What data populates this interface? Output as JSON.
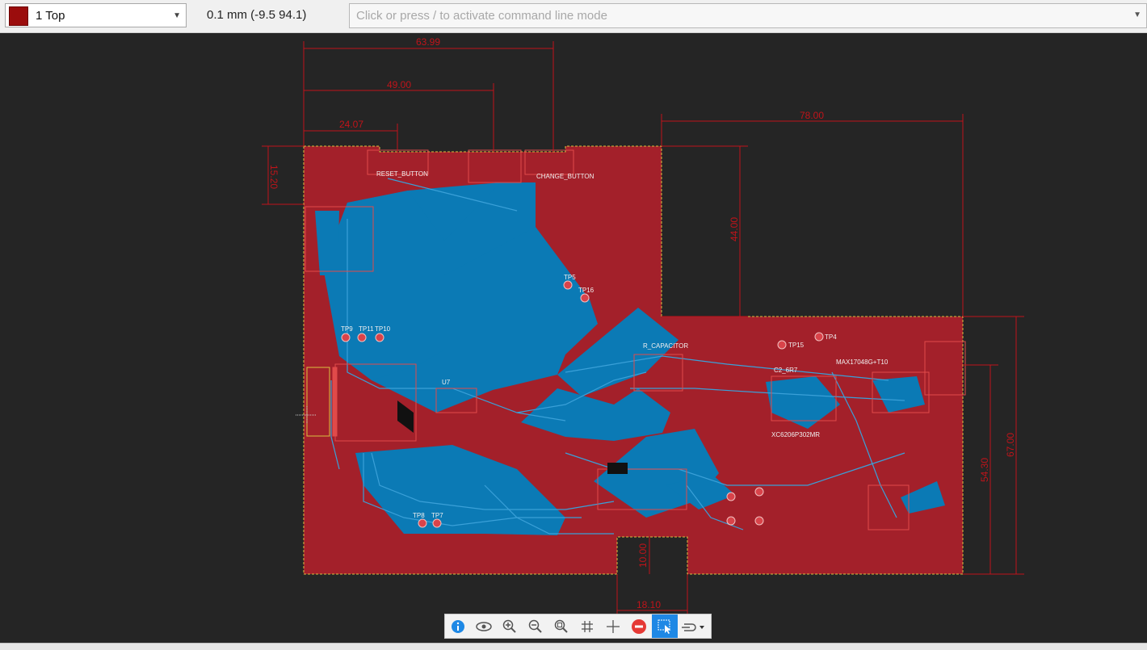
{
  "layer_select": {
    "swatch_color": "#9b0d0d",
    "label": "1 Top"
  },
  "coordinate_readout": "0.1 mm (-9.5 94.1)",
  "command_line": {
    "placeholder": "Click or press / to activate command line mode"
  },
  "dimensions": {
    "top_1": "63.99",
    "top_2": "49.00",
    "top_3": "24.07",
    "left_1": "15.20",
    "right_top": "78.00",
    "right_cutout": "44.00",
    "right_1": "54.30",
    "right_2": "67.00",
    "bottom_notch_height": "10.00",
    "bottom_notch_width": "18.10"
  },
  "board_labels": {
    "reset_button": "RESET_BUTTON",
    "change_button": "CHANGE_BUTTON",
    "tp5": "TP5",
    "tp16": "TP16",
    "tp15": "TP15",
    "tp4": "TP4",
    "tp9": "TP9",
    "tp11": "TP11",
    "tp10": "TP10",
    "tp8": "TP8",
    "tp7": "TP7",
    "u7": "U7",
    "r_capacitor": "R_CAPACITOR",
    "max_part": "MAX17048G+T10",
    "xc_part": "XC6206P302MR",
    "c2_cap": "C2_6R7"
  },
  "colors": {
    "board_copper": "#a3202a",
    "bottom_copper": "#0b7ab5",
    "dimension_line": "#c0141a",
    "canvas_bg": "#252525",
    "outline": "#d8c040"
  },
  "toolbar": {
    "buttons": [
      "info-icon",
      "eye-icon",
      "zoom-in-icon",
      "zoom-out-icon",
      "zoom-fit-icon",
      "grid-icon",
      "crosshair-icon",
      "stop-icon",
      "select-icon",
      "route-icon"
    ]
  }
}
